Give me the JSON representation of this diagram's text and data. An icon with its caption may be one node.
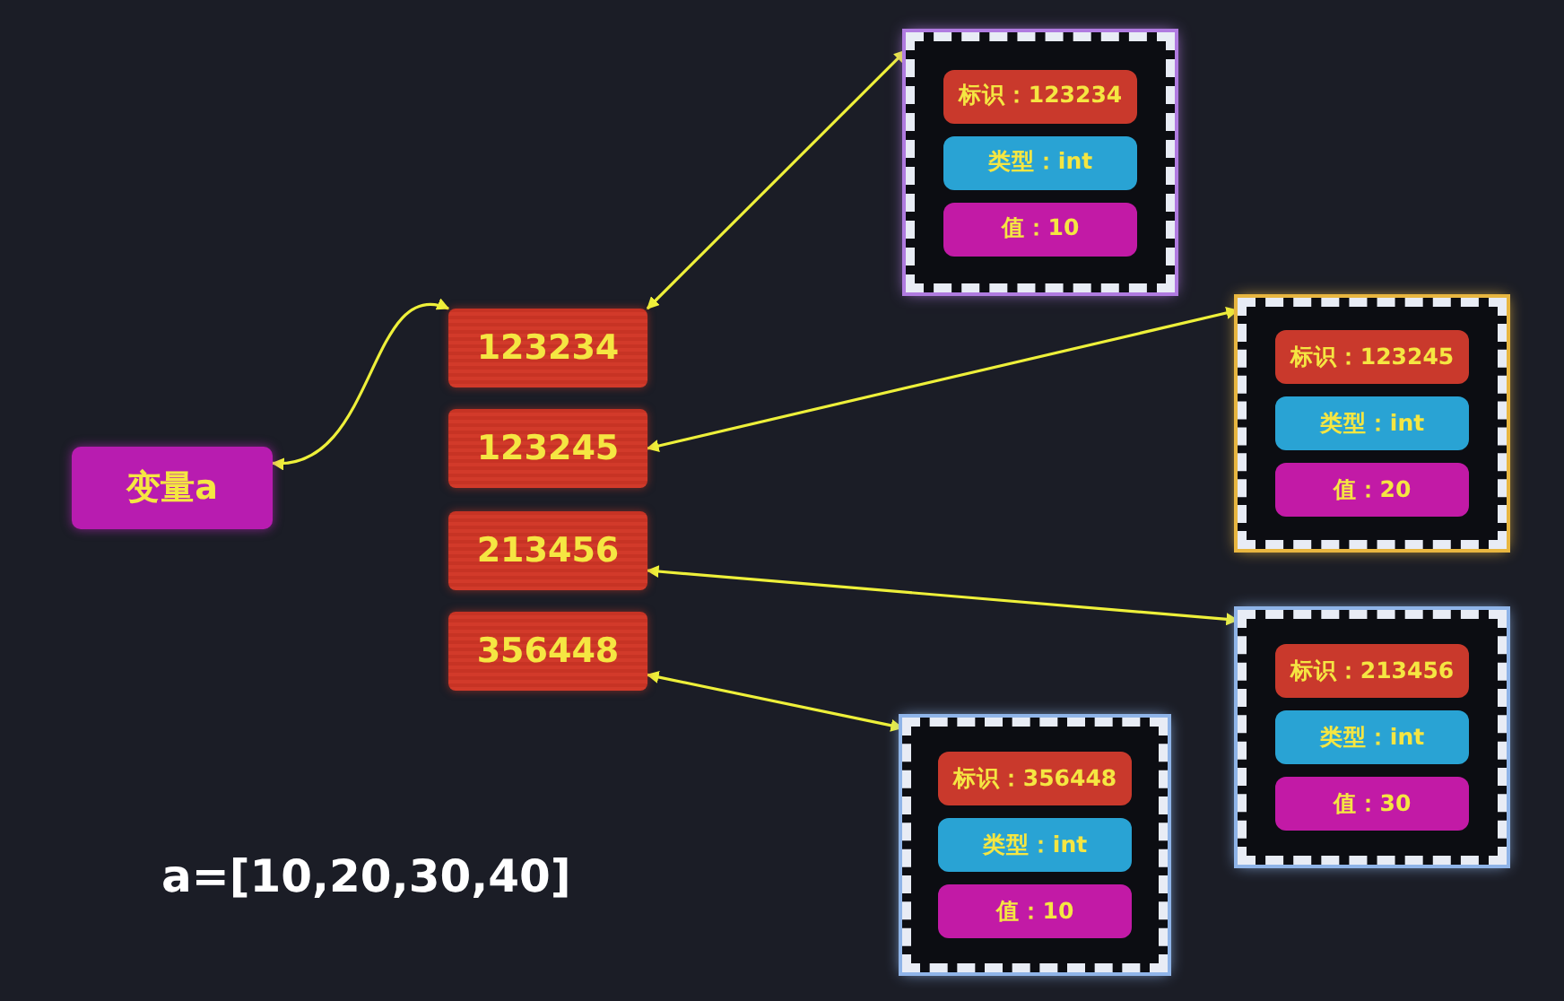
{
  "diagram": {
    "nodes": [
      {
        "text": [
          "变量a"
        ]
      },
      {
        "text": [
          "123234"
        ]
      },
      {
        "text": [
          "123245"
        ]
      },
      {
        "text": [
          "213456"
        ]
      },
      {
        "text": [
          "356448"
        ]
      },
      {
        "text": [],
        "shape": "box"
      },
      {
        "text": [
          "标识：123234"
        ],
        "in": 5
      },
      {
        "text": [
          "类型：int"
        ],
        "in": 5
      },
      {
        "text": [
          "值：10"
        ],
        "in": 5
      },
      {
        "text": [],
        "shape": "box"
      },
      {
        "text": [
          "标识：123245"
        ],
        "in": 9
      },
      {
        "text": [
          "类型：int"
        ],
        "in": 9
      },
      {
        "text": [
          "值：20"
        ],
        "in": 9
      },
      {
        "text": [],
        "shape": "box"
      },
      {
        "text": [
          "标识：213456"
        ],
        "in": 13
      },
      {
        "text": [
          "类型：int"
        ],
        "in": 13
      },
      {
        "text": [
          "值：30"
        ],
        "in": 13
      },
      {
        "text": [],
        "shape": "box"
      },
      {
        "text": [
          "标识：356448"
        ],
        "in": 17
      },
      {
        "text": [
          "类型：int"
        ],
        "in": 17
      },
      {
        "text": [
          "值：10"
        ],
        "in": 17
      }
    ],
    "edges": [
      {
        "from": 1,
        "to": 0,
        "arrow": "both"
      },
      {
        "from": 1,
        "to": 5,
        "arrow": "both"
      },
      {
        "from": 2,
        "to": 9,
        "arrow": "both"
      },
      {
        "from": 3,
        "to": 13,
        "arrow": "both"
      },
      {
        "from": 4,
        "to": 17,
        "arrow": "both"
      }
    ],
    "labels": [
      "a=[10,20,30,40]"
    ]
  }
}
